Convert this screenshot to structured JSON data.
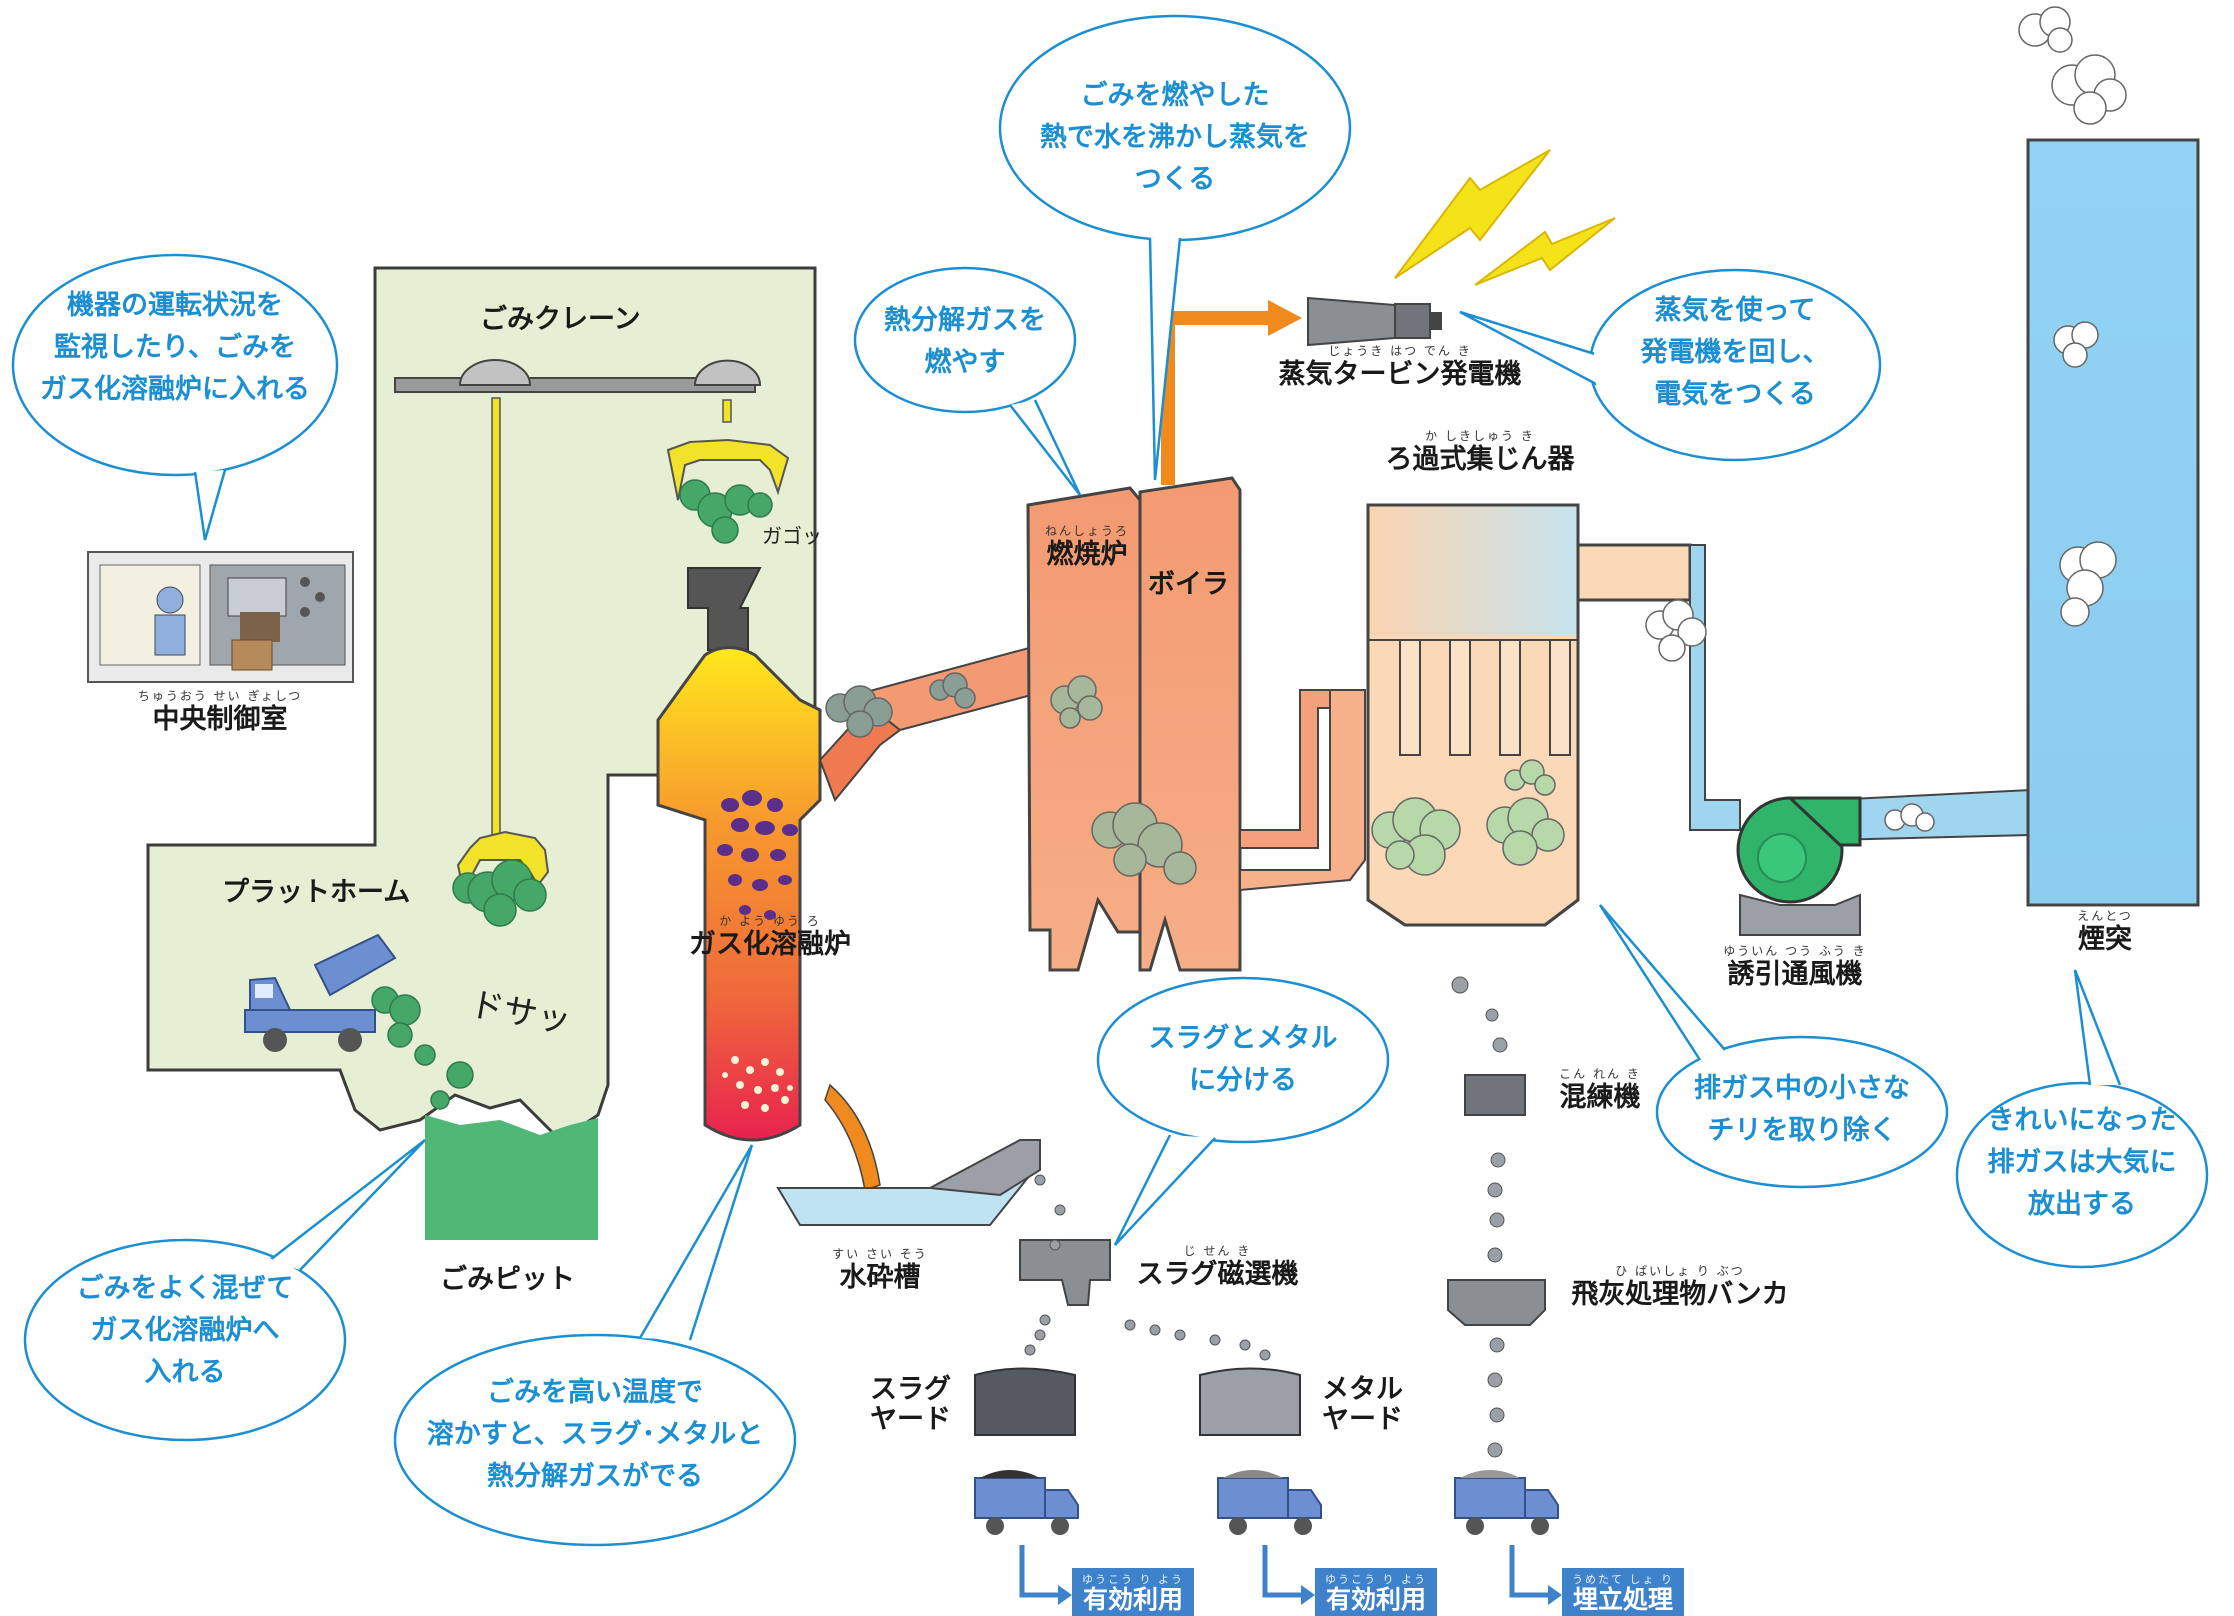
{
  "bubbles": {
    "control": [
      "機器の運転状況を",
      "監視したり、ごみを",
      "ガス化溶融炉に入れる"
    ],
    "steam": [
      "ごみを燃やした",
      "熱で水を沸かし蒸気を",
      "つくる"
    ],
    "gas_burn": [
      "熱分解ガスを",
      "燃やす"
    ],
    "generator": [
      "蒸気を使って",
      "発電機を回し、",
      "電気をつくる"
    ],
    "pit": [
      "ごみをよく混ぜて",
      "ガス化溶融炉へ",
      "入れる"
    ],
    "melt": [
      "ごみを高い温度で",
      "溶かすと、スラグ･メタルと",
      "熱分解ガスがでる"
    ],
    "slag_metal": [
      "スラグとメタル",
      "に分ける"
    ],
    "filter": [
      "排ガス中の小さな",
      "チリを取り除く"
    ],
    "stack": [
      "きれいになった",
      "排ガスは大気に",
      "放出する"
    ]
  },
  "labels": {
    "crane": "ごみクレーン",
    "control_room": {
      "text": "中央制御室",
      "ruby": "ちゅうおう せい ぎょしつ"
    },
    "platform": "プラットホーム",
    "pit": "ごみピット",
    "furnace": {
      "text": "ガス化溶融炉",
      "ruby": "か よう ゆう ろ"
    },
    "combustor": {
      "text": "燃焼炉",
      "ruby": "ねんしょうろ"
    },
    "boiler": "ボイラ",
    "turbine": {
      "text": "蒸気タービン発電機",
      "ruby": "じょうき          はつ でん き"
    },
    "bag_filter": {
      "text": "ろ過式集じん器",
      "ruby": "か しきしゅう    き"
    },
    "fan": {
      "text": "誘引通風機",
      "ruby": "ゆういん つう ふう き"
    },
    "chimney": {
      "text": "煙突",
      "ruby": "えんとつ"
    },
    "water_tank": {
      "text": "水砕槽",
      "ruby": "すい さい そう"
    },
    "magnet": {
      "text": "スラグ磁選機",
      "ruby": "じ せん き"
    },
    "kneader": {
      "text": "混練機",
      "ruby": "こん れん き"
    },
    "fly_ash": {
      "text": "飛灰処理物バンカ",
      "ruby": "ひ  ばいしょ り  ぶつ"
    },
    "slag_yard": [
      "スラグ",
      "ヤード"
    ],
    "metal_yard": [
      "メタル",
      "ヤード"
    ]
  },
  "onomatopoeia": {
    "crane_clang": "ガゴッ",
    "truck_dump": "ドサッ"
  },
  "destinations": [
    {
      "text": "有効利用",
      "ruby": "ゆうこう り よう"
    },
    {
      "text": "有効利用",
      "ruby": "ゆうこう り よう"
    },
    {
      "text": "埋立処理",
      "ruby": "うめたて しょ り"
    }
  ],
  "colors": {
    "bubble_outline": "#1b8fd1",
    "pit_fill": "#e6efd3",
    "pit_green": "#4fb876",
    "crane_yellow": "#f2e22a",
    "furnace_top": "#ffe21a",
    "furnace_bottom": "#e8224e",
    "boiler_salmon": "#f4a07a",
    "steam_orange": "#f08a1e",
    "filter_peach": "#fbd9b6",
    "duct_blue": "#9fd5ee",
    "chimney_blue": "#8fd0f2",
    "fan_green": "#2fb46a",
    "truck_blue": "#6b8fd0",
    "destination_blue": "#3f82cc"
  }
}
